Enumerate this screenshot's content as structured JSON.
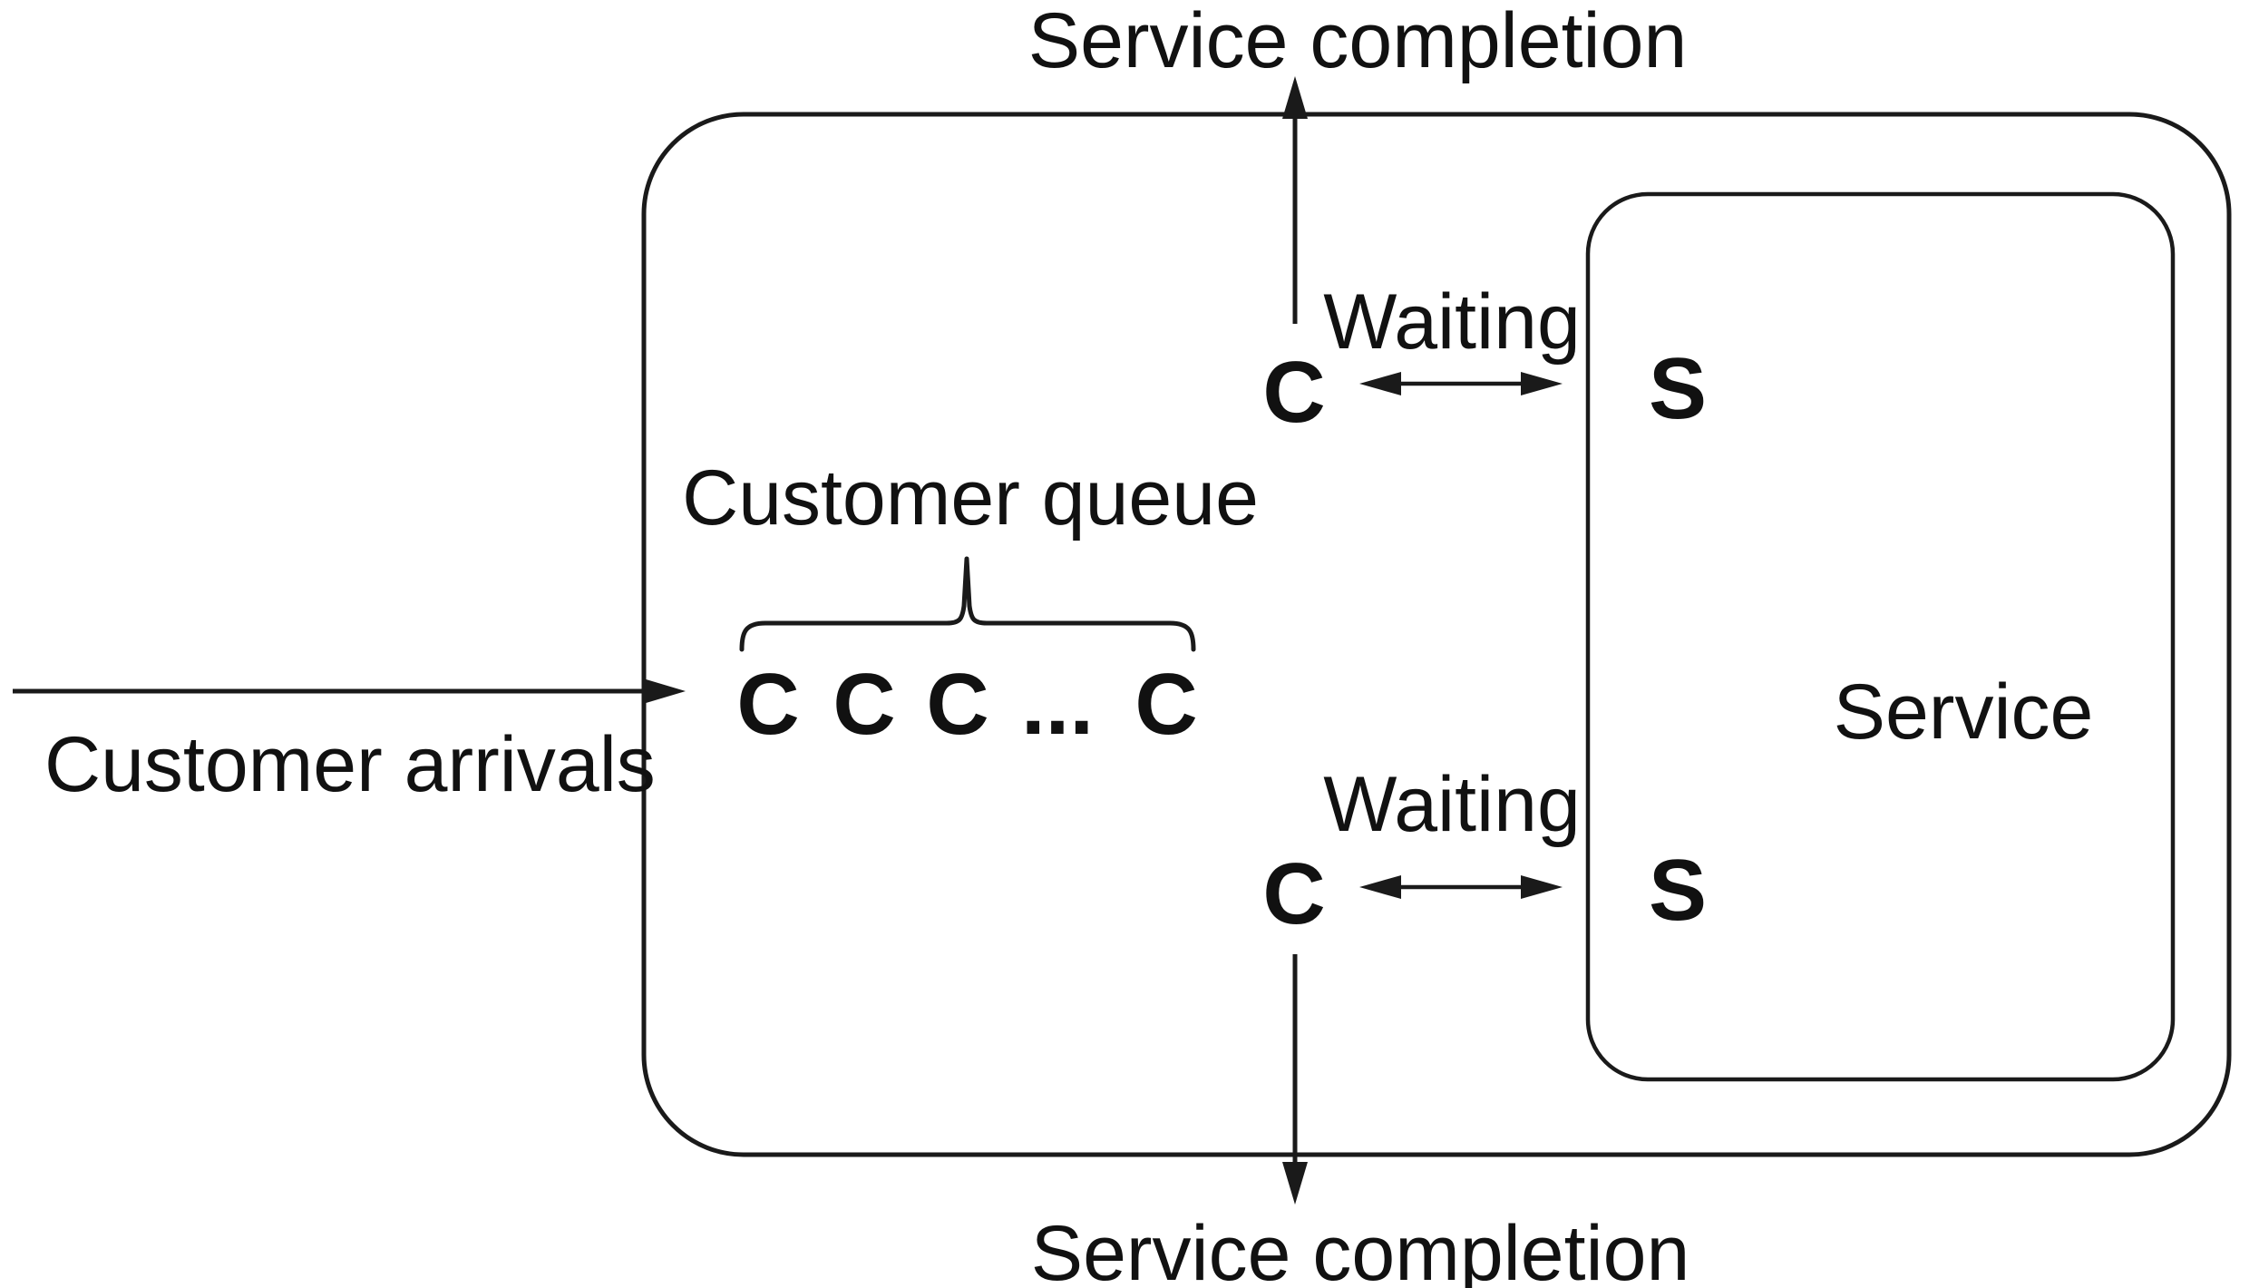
{
  "colors": {
    "line": "#1a1a1a",
    "text": "#111111",
    "background": "#ffffff"
  },
  "diagram": {
    "title_top": "Service completion",
    "title_bottom": "Service completion",
    "arrivals_label": "Customer arrivals",
    "queue": {
      "label": "Customer queue",
      "items": [
        "C",
        "C",
        "C",
        "...",
        "C"
      ]
    },
    "waiting_top": "Waiting",
    "waiting_bottom": "Waiting",
    "customer_top": "C",
    "customer_bottom": "C",
    "server_top": "S",
    "server_bottom": "S",
    "service_area_label": "Service"
  }
}
